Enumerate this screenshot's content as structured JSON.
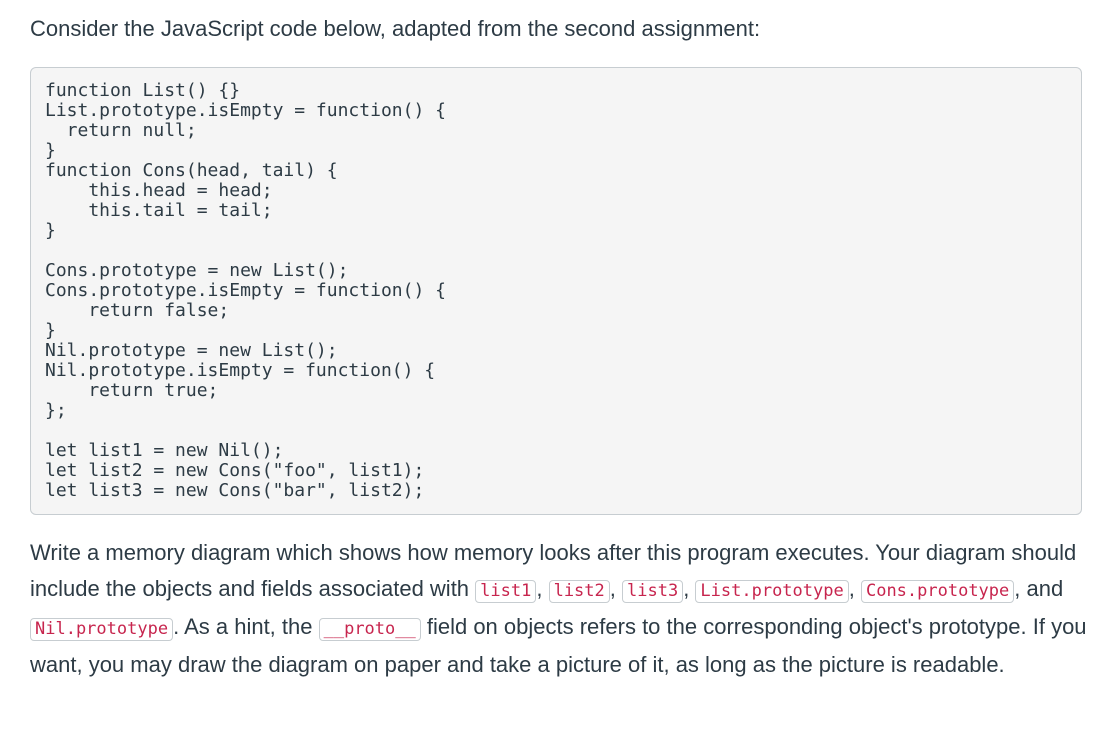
{
  "intro": "Consider the JavaScript code below, adapted from the second assignment:",
  "code": "function List() {}\nList.prototype.isEmpty = function() {\n  return null;\n}\nfunction Cons(head, tail) {\n    this.head = head;\n    this.tail = tail;\n}\n\nCons.prototype = new List();\nCons.prototype.isEmpty = function() {\n    return false;\n}\nNil.prototype = new List();\nNil.prototype.isEmpty = function() {\n    return true;\n};\n\nlet list1 = new Nil();\nlet list2 = new Cons(\"foo\", list1);\nlet list3 = new Cons(\"bar\", list2);",
  "question": {
    "part1": "Write a memory diagram which shows how memory looks after this program executes. Your diagram should include the objects and fields associated with ",
    "code_list1": "list1",
    "sep1": ", ",
    "code_list2": "list2",
    "sep2": ", ",
    "code_list3": "list3",
    "sep3": ", ",
    "code_list_prototype": "List.prototype",
    "sep4": ",",
    "code_cons_prototype": "Cons.prototype",
    "sep5": ", and ",
    "code_nil_prototype": "Nil.prototype",
    "part2": ". As a hint, the ",
    "code_proto": "__proto__",
    "part3": " field on objects refers to the corresponding object's prototype. If you want, you may draw the diagram on paper and take a picture of it, as long as the picture is readable."
  }
}
